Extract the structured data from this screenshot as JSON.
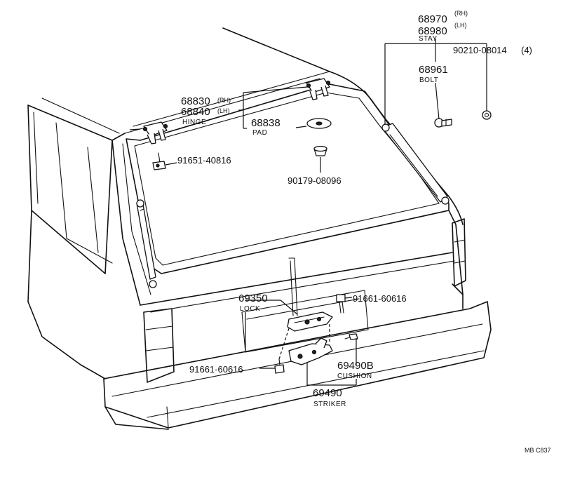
{
  "parts": {
    "stay": {
      "rh_no": "68970",
      "rh_side": "(RH)",
      "lh_no": "68980",
      "lh_side": "(LH)",
      "name": "STAY"
    },
    "bolt": {
      "no": "68961",
      "name": "BOLT"
    },
    "washer": {
      "no": "90210-08014",
      "qty": "(4)"
    },
    "hinge": {
      "rh_no": "68830",
      "rh_side": "(RH)",
      "lh_no": "68840",
      "lh_side": "(LH)",
      "name": "HINGE"
    },
    "pad": {
      "no": "68838",
      "name": "PAD"
    },
    "hinge_bolt": {
      "no": "91651-40816"
    },
    "bumper_stop": {
      "no": "90179-08096"
    },
    "lock": {
      "no": "69350",
      "name": "LOCK"
    },
    "lock_bolt": {
      "no": "91661-60616"
    },
    "striker_bolt": {
      "no": "91661-60616"
    },
    "cushion": {
      "no": "69490B",
      "name": "CUSHION"
    },
    "striker": {
      "no": "69490",
      "name": "STRIKER"
    }
  },
  "drawing_code": "MB  C837"
}
